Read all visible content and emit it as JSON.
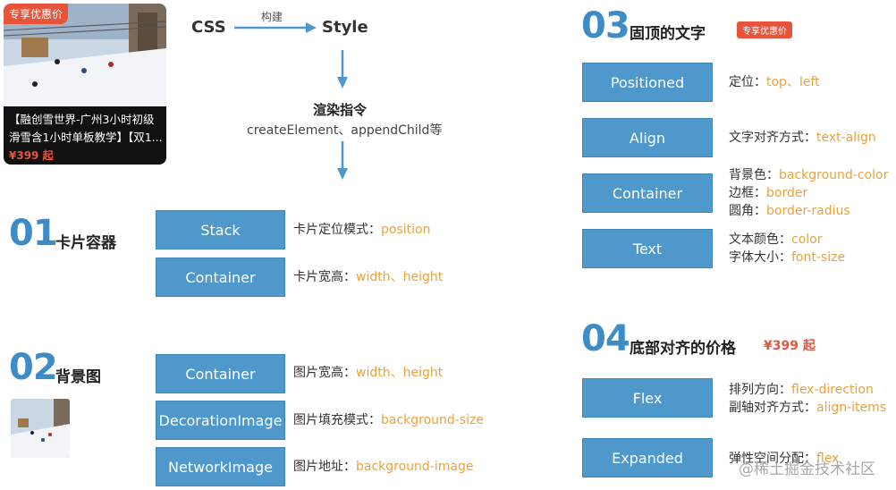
{
  "card": {
    "promo": "专享优惠价",
    "title": "【融创雪世界-广州3小时初级滑雪含1小时单板教学】【双1...",
    "price": "¥399 起"
  },
  "flow": {
    "css": "CSS",
    "build": "构建",
    "style": "Style",
    "render": "渲染指令",
    "render_sub": "createElement、appendChild等"
  },
  "sections": {
    "s1": {
      "num": "01",
      "title": "卡片容器"
    },
    "s2": {
      "num": "02",
      "title": "背景图"
    },
    "s3": {
      "num": "03",
      "title": "固顶的文字",
      "badge": "专享优惠价"
    },
    "s4": {
      "num": "04",
      "title": "底部对齐的价格",
      "price": "¥399 起"
    }
  },
  "boxes": {
    "stack": "Stack",
    "container1": "Container",
    "container2": "Container",
    "decoration": "DecorationImage",
    "network": "NetworkImage",
    "positioned": "Positioned",
    "align": "Align",
    "container3": "Container",
    "text": "Text",
    "flex": "Flex",
    "expanded": "Expanded"
  },
  "descs": {
    "stack": {
      "label": "卡片定位模式：",
      "val": "position"
    },
    "container1": {
      "label": "卡片宽高：",
      "val": "width、height"
    },
    "container2": {
      "label": "图片宽高：",
      "val": "width、height"
    },
    "decoration": {
      "label": "图片填充模式：",
      "val": "background-size"
    },
    "network": {
      "label": "图片地址：",
      "val": "background-image"
    },
    "positioned": {
      "label": "定位：",
      "val": "top、left"
    },
    "align": {
      "label": "文字对齐方式：",
      "val": "text-align"
    },
    "container3": [
      {
        "label": "背景色：",
        "val": "background-color"
      },
      {
        "label": "边框：",
        "val": "border"
      },
      {
        "label": "圆角：",
        "val": "border-radius"
      }
    ],
    "text": [
      {
        "label": "文本颜色：",
        "val": "color"
      },
      {
        "label": "字体大小：",
        "val": "font-size"
      }
    ],
    "flex": [
      {
        "label": "排列方向：",
        "val": "flex-direction"
      },
      {
        "label": "副轴对齐方式：",
        "val": "align-items"
      }
    ],
    "expanded": {
      "label": "弹性空间分配：",
      "val": "flex"
    }
  },
  "watermark": "@稀土掘金技术社区",
  "colors": {
    "accent": "#4f98cc",
    "number": "#3d8cc7",
    "value": "#e9a23b",
    "promo": "#e8533b"
  }
}
